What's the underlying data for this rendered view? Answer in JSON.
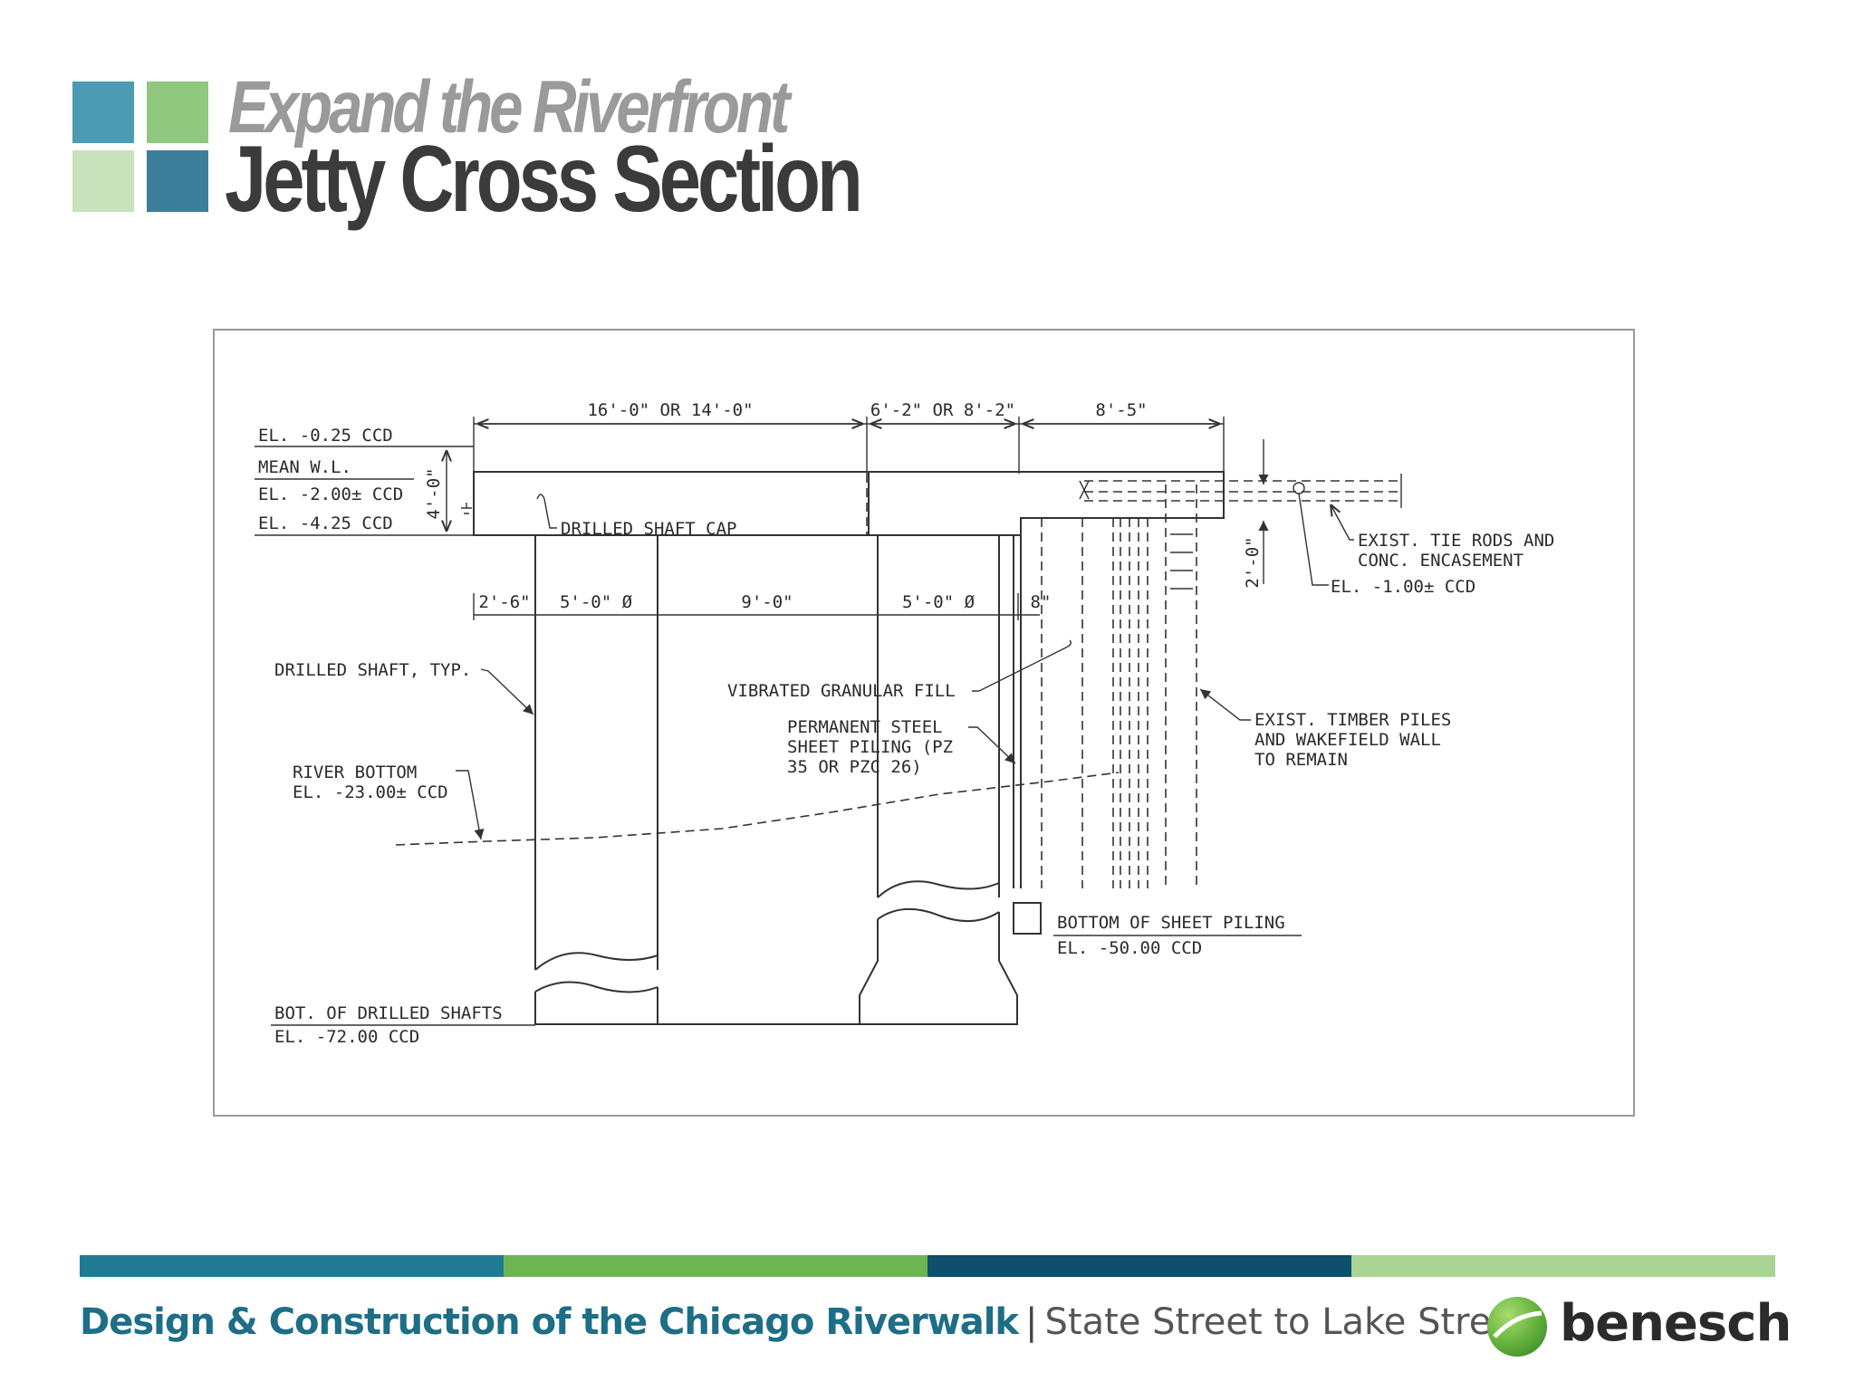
{
  "header": {
    "subtitle": "Expand the Riverfront",
    "title": "Jetty Cross Section"
  },
  "drawing": {
    "dims_top": [
      "16'-0\" OR 14'-0\"",
      "6'-2\" OR 8'-2\"",
      "8'-5\""
    ],
    "dims_mid": [
      "2'-6\"",
      "5'-0\" Ø",
      "9'-0\"",
      "5'-0\" Ø",
      "8\""
    ],
    "dim_cap_height": "4'-0\"",
    "dim_right_height": "2'-0\"",
    "elevations": {
      "top_of_cap": "EL. -0.25 CCD",
      "mean_wl_label": "MEAN W.L.",
      "mean_wl": "EL. -2.00± CCD",
      "bottom_of_cap": "EL. -4.25 CCD"
    },
    "labels": {
      "shaft_cap": "DRILLED SHAFT CAP",
      "drilled_shaft": "DRILLED SHAFT, TYP.",
      "river_bottom": "RIVER BOTTOM",
      "river_bottom_el": "EL. -23.00± CCD",
      "bot_shafts": "BOT. OF DRILLED SHAFTS",
      "bot_shafts_el": "EL. -72.00 CCD",
      "granular_fill": "VIBRATED GRANULAR FILL",
      "sheet_piling_1": "PERMANENT STEEL",
      "sheet_piling_2": "SHEET PILING (PZ",
      "sheet_piling_3": "35 OR PZC 26)",
      "tie_rods_1": "EXIST. TIE RODS AND",
      "tie_rods_2": "CONC. ENCASEMENT",
      "tie_rods_el": "EL. -1.00± CCD",
      "timber_1": "EXIST. TIMBER PILES",
      "timber_2": "AND WAKEFIELD WALL",
      "timber_3": "TO REMAIN",
      "bottom_sheet": "BOTTOM OF SHEET PILING",
      "bottom_sheet_el": "EL. -50.00 CCD"
    }
  },
  "stripe_colors": [
    "#1e7b93",
    "#6db553",
    "#0e4f6e",
    "#a9d493"
  ],
  "footer": {
    "project": "Design & Construction of the Chicago Riverwalk",
    "separator": "|",
    "segment": "State Street to Lake Street"
  },
  "brand": {
    "name": "benesch",
    "mark_icon": "globe-swoosh-icon"
  }
}
